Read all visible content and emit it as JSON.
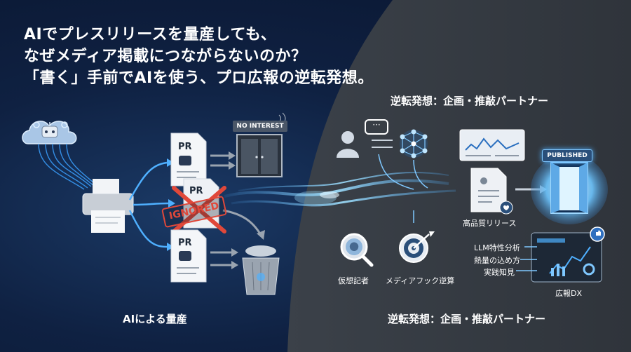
{
  "headline": {
    "line1": "AIでプレスリリースを量産しても、",
    "line2": "なぜメディア掲載につながらないのか？",
    "line3": "「書く」手前でAIを使う、プロ広報の逆転発想。"
  },
  "left": {
    "doc_label_pr": "PR",
    "no_interest_tag": "NO INTEREST",
    "ignored_stamp": "IGNORED",
    "caption": "AIによる量産"
  },
  "right": {
    "top_title": "逆転発想：企画・推敲パートナー",
    "bottom_title": "逆転発想：企画・推敲パートナー",
    "persona_label": "仮想記者",
    "hook_label": "メディアフック逆算",
    "release_label": "高品質リリース",
    "published_tag": "PUBLISHED",
    "dx_items": [
      "LLM特性分析",
      "熱量の込め方",
      "実践知見"
    ],
    "dx_label": "広報DX"
  },
  "colors": {
    "accent": "#4fb0ff",
    "stamp": "#e0483a",
    "left_bg": "#0f2142",
    "right_bg": "#3a3f47"
  }
}
